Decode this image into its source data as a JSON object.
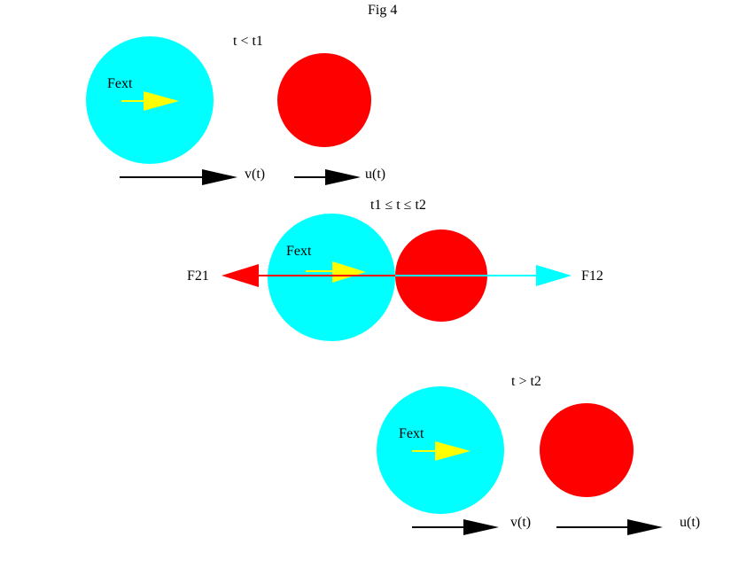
{
  "figure": {
    "title": "Fig 4",
    "colors": {
      "background": "#FFFFFF",
      "text": "#000000",
      "ball1": "#00FFFF",
      "ball2": "#FF0000",
      "fext_arrow": "#FFFF00",
      "velocity_arrow": "#000000",
      "f21_arrow": "#FF0000",
      "f12_arrow": "#00FFFF"
    },
    "panels": [
      {
        "name": "before-collision",
        "time_label": "t < t1",
        "fext_label": "Fext",
        "v_label": "v(t)",
        "u_label": "u(t)"
      },
      {
        "name": "during-collision",
        "time_label": "t1 ≤ t ≤ t2",
        "fext_label": "Fext",
        "f21_label": "F21",
        "f12_label": "F12"
      },
      {
        "name": "after-collision",
        "time_label": "t > t2",
        "fext_label": "Fext",
        "v_label": "v(t)",
        "u_label": "u(t)"
      }
    ]
  }
}
